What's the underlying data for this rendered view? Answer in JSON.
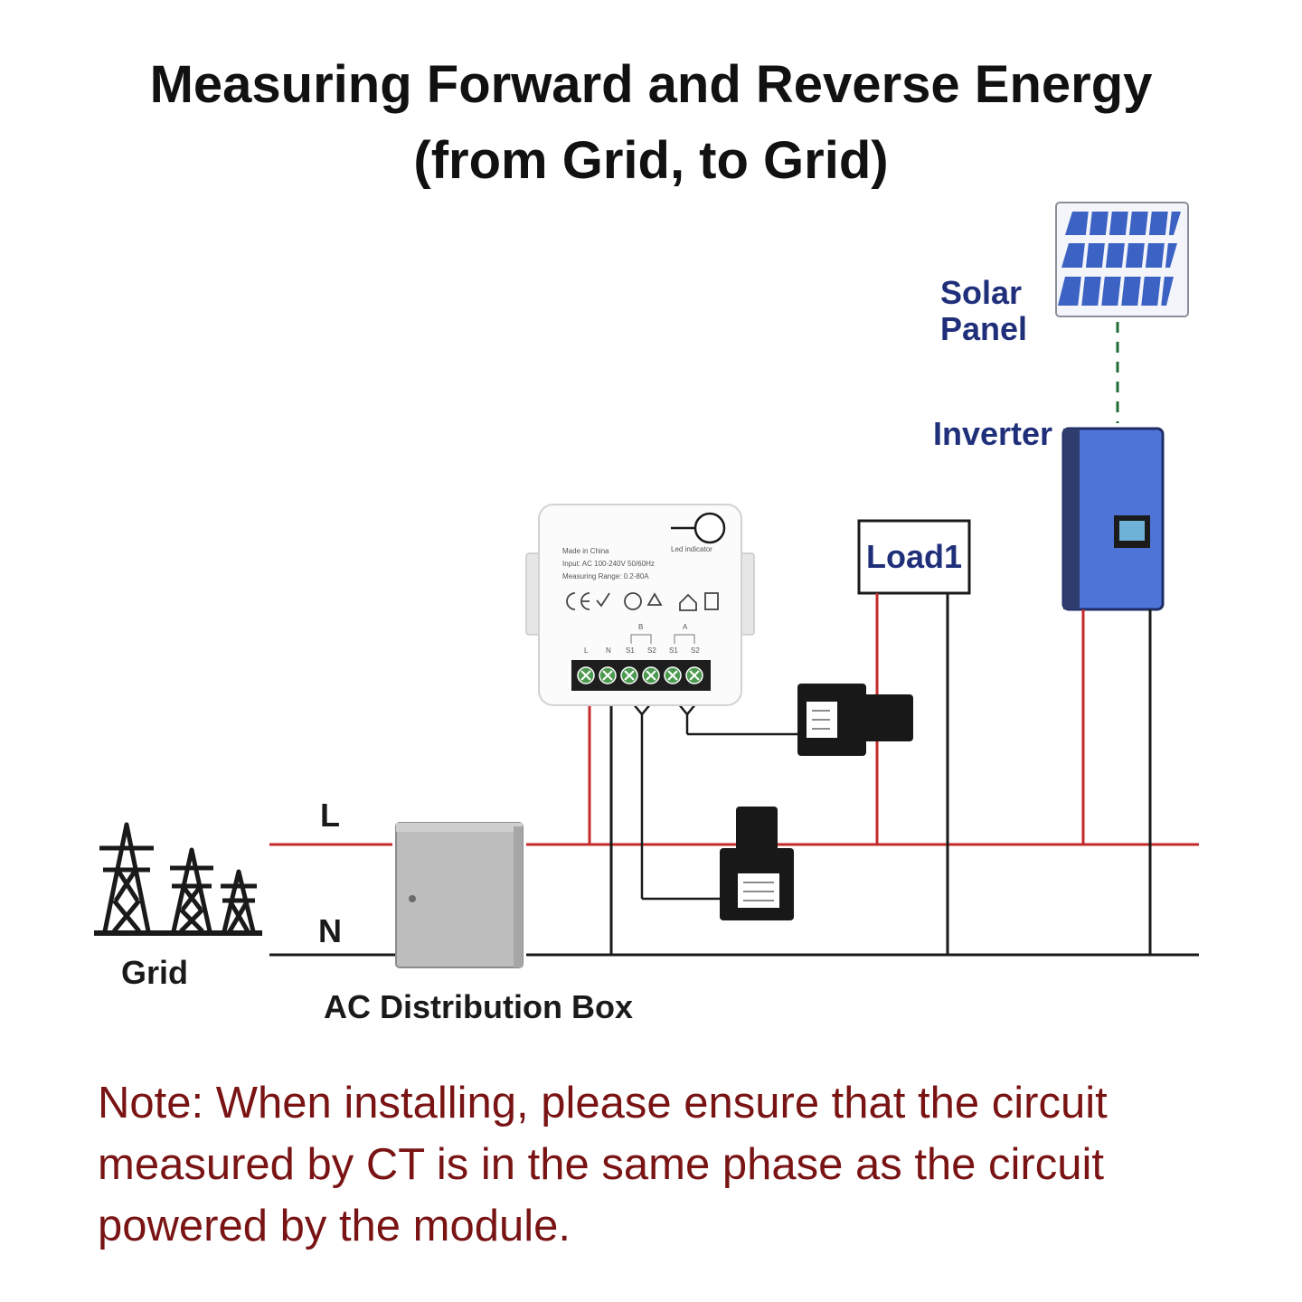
{
  "title": {
    "line1": "Measuring Forward and Reverse Energy",
    "line2": "(from Grid, to Grid)"
  },
  "labels": {
    "solar_line1": "Solar",
    "solar_line2": "Panel",
    "inverter": "Inverter",
    "load": "Load1",
    "live": "L",
    "neutral": "N",
    "grid": "Grid",
    "distribution_box": "AC Distribution Box"
  },
  "module": {
    "line1": "Made in China",
    "line2": "Input: AC 100-240V 50/60Hz",
    "line3": "Measuring Range: 0.2-80A",
    "led": "Led indicator",
    "terminals": [
      "L",
      "N",
      "S1",
      "S2",
      "S1",
      "S2"
    ],
    "channel_b": "B",
    "channel_a": "A"
  },
  "note": {
    "line1": "Note: When installing, please ensure that the circuit",
    "line2": "measured by CT is in the same phase as the circuit",
    "line3": "powered by the module."
  },
  "colors": {
    "live_wire": "#c42a2a",
    "neutral_wire": "#1a1a1a",
    "label_blue": "#1f2f7a",
    "note_red": "#7a1414",
    "inverter_blue": "#4f74d8"
  }
}
